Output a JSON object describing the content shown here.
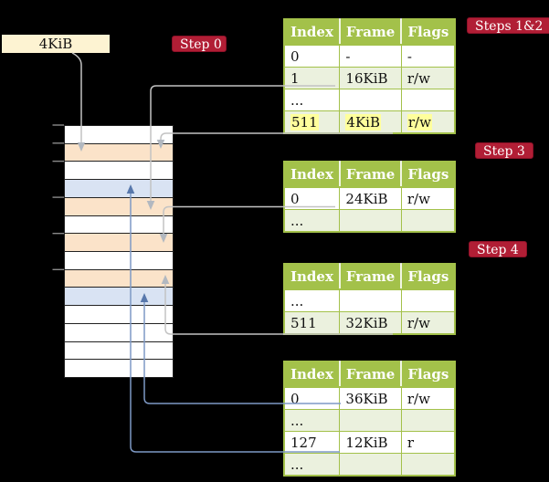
{
  "colors": {
    "background": "#000000",
    "badge_bg": "#b11e35",
    "badge_border": "#8d1128",
    "table_header_bg": "#a3c14a",
    "table_border": "#a3c14a",
    "row_bg": "#ffffff",
    "row_alt_bg": "#ebf1de",
    "highlight_bg": "#ffff9c",
    "frame_box_bg": "#fdf3d2",
    "memory_orange": "#fbe3c9",
    "memory_blue": "#d9e3f3",
    "gray_arrow": "#c3c3c3",
    "blue_arrow": "#7e99c5"
  },
  "labels": {
    "frame_size": "4KiB"
  },
  "badges": {
    "step0": {
      "label": "Step 0"
    },
    "steps12": {
      "label": "Steps 1&2"
    },
    "step3": {
      "label": "Step 3"
    },
    "step4": {
      "label": "Step 4"
    }
  },
  "table_headers": [
    "Index",
    "Frame",
    "Flags"
  ],
  "tables": [
    {
      "rows": [
        {
          "cells": [
            "0",
            "-",
            "-"
          ],
          "shade": false,
          "highlight": false
        },
        {
          "cells": [
            "1",
            "16KiB",
            "r/w"
          ],
          "shade": true,
          "highlight": false
        },
        {
          "cells": [
            "...",
            "",
            ""
          ],
          "shade": false,
          "highlight": false
        },
        {
          "cells": [
            "511",
            "4KiB",
            "r/w"
          ],
          "shade": true,
          "highlight": true
        }
      ]
    },
    {
      "rows": [
        {
          "cells": [
            "0",
            "24KiB",
            "r/w"
          ],
          "shade": false,
          "highlight": false
        },
        {
          "cells": [
            "...",
            "",
            ""
          ],
          "shade": true,
          "highlight": false
        }
      ]
    },
    {
      "rows": [
        {
          "cells": [
            "...",
            "",
            ""
          ],
          "shade": false,
          "highlight": false
        },
        {
          "cells": [
            "511",
            "32KiB",
            "r/w"
          ],
          "shade": true,
          "highlight": false
        }
      ]
    },
    {
      "rows": [
        {
          "cells": [
            "0",
            "36KiB",
            "r/w"
          ],
          "shade": false,
          "highlight": false
        },
        {
          "cells": [
            "...",
            "",
            ""
          ],
          "shade": true,
          "highlight": false
        },
        {
          "cells": [
            "127",
            "12KiB",
            "r"
          ],
          "shade": false,
          "highlight": false
        },
        {
          "cells": [
            "...",
            "",
            ""
          ],
          "shade": true,
          "highlight": false
        }
      ]
    }
  ],
  "memory": {
    "row_colors": [
      "white",
      "orange",
      "white",
      "blue",
      "orange",
      "white",
      "orange",
      "white",
      "orange",
      "blue",
      "white",
      "white",
      "white",
      "white"
    ]
  }
}
